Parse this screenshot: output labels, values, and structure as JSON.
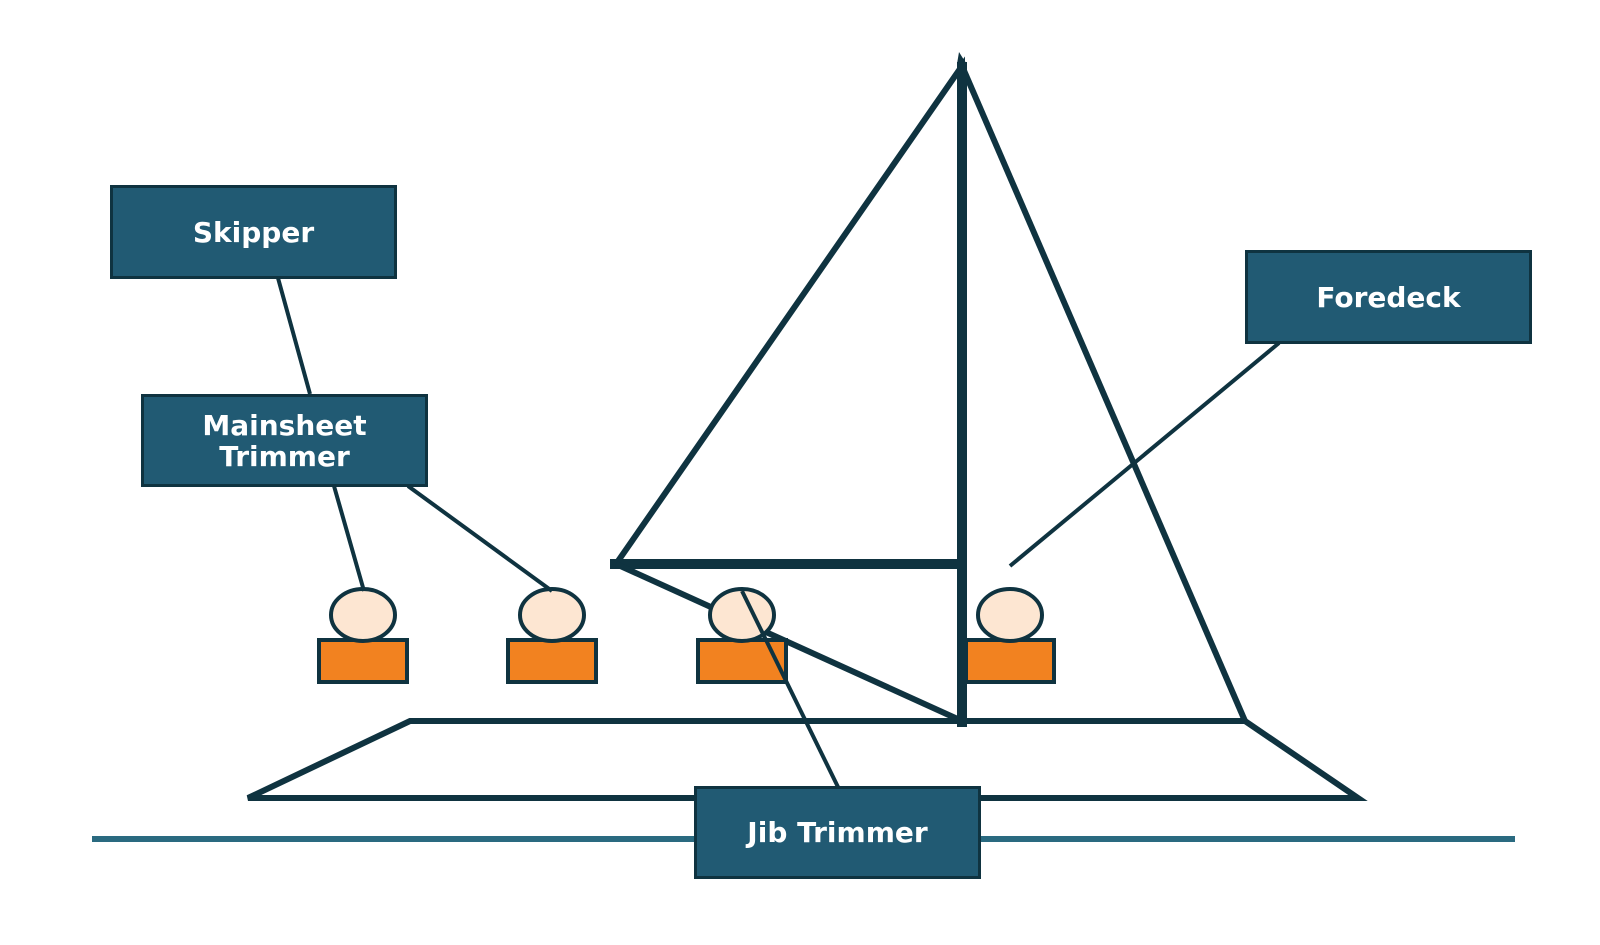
{
  "colors": {
    "outline": "#0f3340",
    "box_fill": "#215a73",
    "box_text": "#ffffff",
    "head_fill": "#fde6d2",
    "body_fill": "#f28220",
    "water_line": "#2a6a80",
    "background": "#ffffff"
  },
  "roles": {
    "skipper": "Skipper",
    "mainsheet_trimmer_line1": "Mainsheet",
    "mainsheet_trimmer_line2": "Trimmer",
    "foredeck": "Foredeck",
    "jib_trimmer": "Jib Trimmer"
  },
  "crew_count": 4
}
